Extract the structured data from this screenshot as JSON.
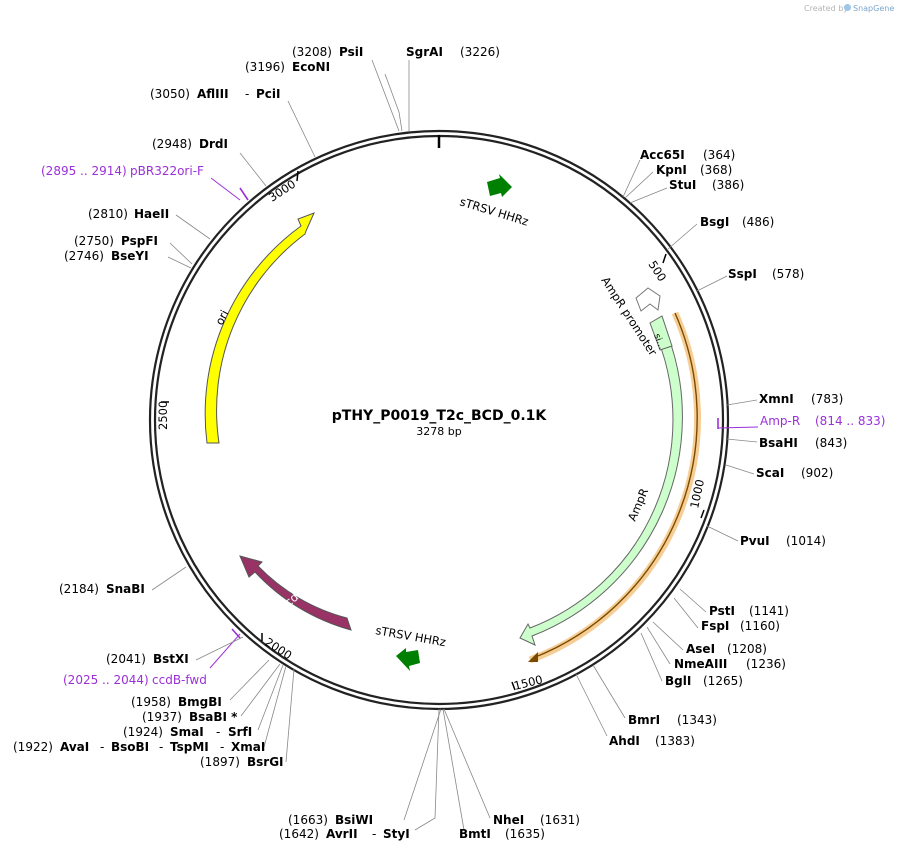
{
  "credit": {
    "created_by": "Created by",
    "brand": "SnapGene"
  },
  "plasmid": {
    "name": "pTHY_P0019_T2c_BCD_0.1K",
    "size": "3278 bp"
  },
  "ticks": [
    "500",
    "1000",
    "1500",
    "2000",
    "2500",
    "3000"
  ],
  "sites": [
    {
      "pos": "(3208)",
      "name": "PsiI"
    },
    {
      "pos": "(3226)",
      "name": "SgrAI"
    },
    {
      "pos": "(3196)",
      "name": "EcoNI"
    },
    {
      "pos": "(3050)",
      "name": "AflIII",
      "name2": "PciI"
    },
    {
      "pos": "(2948)",
      "name": "DrdI"
    },
    {
      "pos": "(2810)",
      "name": "HaeII"
    },
    {
      "pos": "(2750)",
      "name": "PspFI"
    },
    {
      "pos": "(2746)",
      "name": "BseYI"
    },
    {
      "pos": "(364)",
      "name": "Acc65I"
    },
    {
      "pos": "(368)",
      "name": "KpnI"
    },
    {
      "pos": "(386)",
      "name": "StuI"
    },
    {
      "pos": "(486)",
      "name": "BsgI"
    },
    {
      "pos": "(578)",
      "name": "SspI"
    },
    {
      "pos": "(783)",
      "name": "XmnI"
    },
    {
      "pos": "(843)",
      "name": "BsaHI"
    },
    {
      "pos": "(902)",
      "name": "ScaI"
    },
    {
      "pos": "(1014)",
      "name": "PvuI"
    },
    {
      "pos": "(1141)",
      "name": "PstI"
    },
    {
      "pos": "(1160)",
      "name": "FspI"
    },
    {
      "pos": "(1208)",
      "name": "AseI"
    },
    {
      "pos": "(1236)",
      "name": "NmeAIII"
    },
    {
      "pos": "(1265)",
      "name": "BglI"
    },
    {
      "pos": "(1343)",
      "name": "BmrI"
    },
    {
      "pos": "(1383)",
      "name": "AhdI"
    },
    {
      "pos": "(1631)",
      "name": "NheI"
    },
    {
      "pos": "(1635)",
      "name": "BmtI"
    },
    {
      "pos": "(1663)",
      "name": "BsiWI"
    },
    {
      "pos": "(1642)",
      "name": "AvrII",
      "name2": "StyI"
    },
    {
      "pos": "(2184)",
      "name": "SnaBI"
    },
    {
      "pos": "(2041)",
      "name": "BstXI"
    },
    {
      "pos": "(1958)",
      "name": "BmgBI"
    },
    {
      "pos": "(1937)",
      "name": "BsaBI *"
    },
    {
      "pos": "(1924)",
      "name": "SmaI",
      "name2": "SrfI"
    },
    {
      "pos": "(1922)",
      "name": "AvaI",
      "name2": "BsoBI",
      "name3": "TspMI",
      "name4": "XmaI"
    },
    {
      "pos": "(1897)",
      "name": "BsrGI"
    }
  ],
  "primers": [
    {
      "range": "(2895 .. 2914)",
      "name": "pBR322ori-F"
    },
    {
      "range": "(814 .. 833)",
      "name": "Amp-R"
    },
    {
      "range": "(2025 .. 2044)",
      "name": "ccdB-fwd"
    }
  ],
  "features": {
    "terminator1": "sTRSV HHRz",
    "terminator2": "sTRSV HHRz",
    "promoter": "AmpR promoter",
    "signal": "si...",
    "ampr": "AmpR",
    "ori": "ori",
    "ccdb": "ccdB"
  },
  "colors": {
    "ori": "#ffff00",
    "ampr": "#ccffcc",
    "ccdb": "#993366",
    "terminator": "#008000",
    "primer": "#9b30d9",
    "highlight": "#f5c98a"
  }
}
